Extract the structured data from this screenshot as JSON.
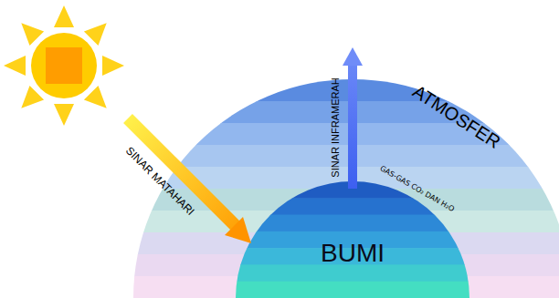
{
  "diagram": {
    "nodes": [
      {
        "text": [
          "ATMOSFER"
        ]
      },
      {
        "text": [
          "BUMI"
        ],
        "in": 0
      }
    ],
    "labels": [
      "SINAR MATAHARI",
      "SINAR INFRAMERAH",
      "GAS-GAS CO₂ DAN H₂O"
    ]
  }
}
